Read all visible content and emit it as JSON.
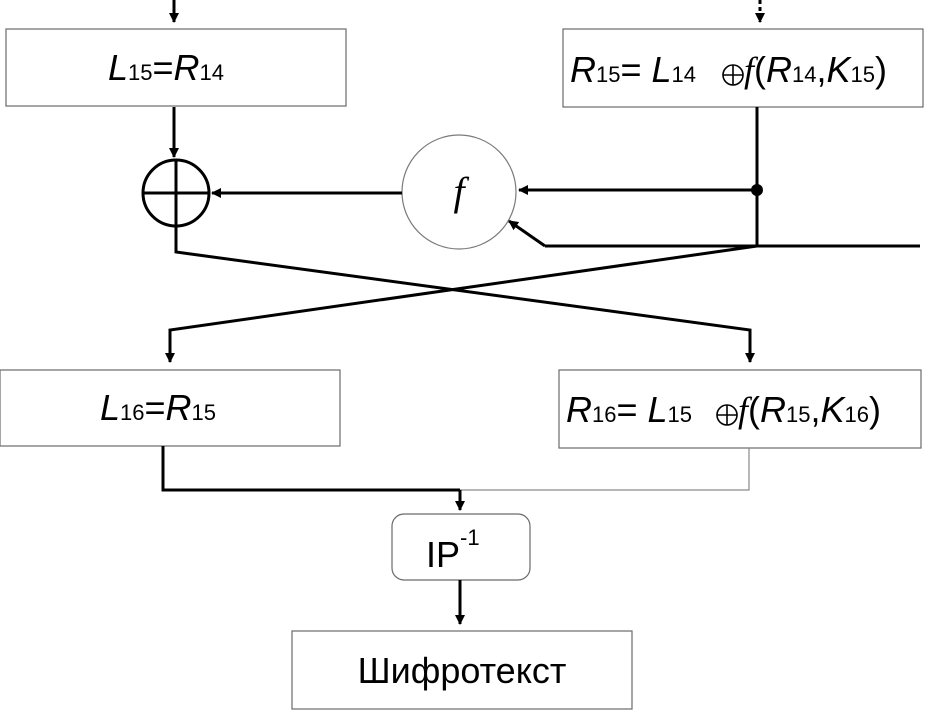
{
  "blocks": {
    "l15": {
      "var": "L",
      "var_sub": "15",
      "eq": "=",
      "rhs": "R",
      "rhs_sub": "14"
    },
    "r15": {
      "var": "R",
      "var_sub": "15",
      "eq": "= ",
      "l": "L",
      "l_sub": "14",
      "f": "f",
      "open": "(",
      "r": "R",
      "r_sub": "14",
      "comma": ",",
      "k": "K",
      "k_sub": "15",
      "close": ")"
    },
    "l16": {
      "var": "L",
      "var_sub": "16",
      "eq": "=",
      "rhs": "R",
      "rhs_sub": "15"
    },
    "r16": {
      "var": "R",
      "var_sub": "16",
      "eq": "= ",
      "l": "L",
      "l_sub": "15",
      "f": "f",
      "open": "(",
      "r": "R",
      "r_sub": "15",
      "comma": ",",
      "k": "K",
      "k_sub": "16",
      "close": ")"
    }
  },
  "f_node": {
    "label": "f"
  },
  "ip_inverse": {
    "label": "IP",
    "superscript": "-1"
  },
  "output": {
    "label": "Шифротекст"
  }
}
